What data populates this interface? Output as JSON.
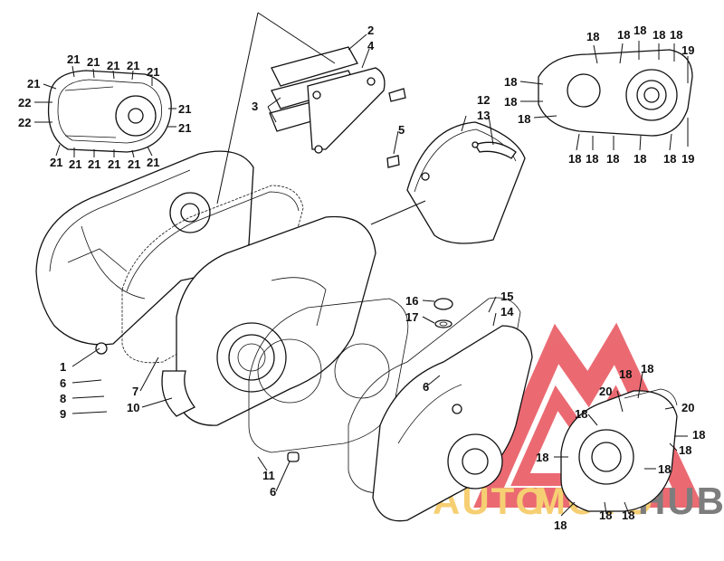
{
  "diagram": {
    "watermark": {
      "word_parts": [
        "AUTO",
        "MOTO",
        "HUB"
      ],
      "colors": {
        "red": "#e8515a",
        "yellow": "#f6cf73",
        "gray": "#7d7d7d"
      }
    },
    "callout_labels": {
      "c1": "1",
      "c2": "2",
      "c3": "3",
      "c4": "4",
      "c5": "5",
      "c6": "6",
      "c7": "7",
      "c8": "8",
      "c9": "9",
      "c10": "10",
      "c11": "11",
      "c12": "12",
      "c13": "13",
      "c14": "14",
      "c15": "15",
      "c16": "16",
      "c17": "17",
      "c18": "18",
      "c19": "19",
      "c20": "20",
      "c21": "21",
      "c22": "22"
    }
  }
}
